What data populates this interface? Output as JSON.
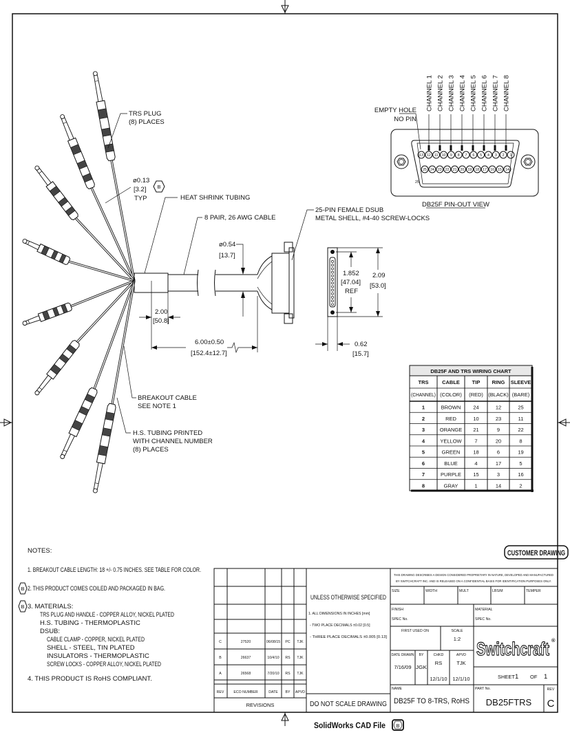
{
  "labels": {
    "trs_plug": [
      "TRS PLUG",
      "(8) PLACES"
    ],
    "wire_dia": [
      "ø0.13",
      "[3.2]",
      "TYP"
    ],
    "rev_marker": "B",
    "heat_shrink": "HEAT SHRINK TUBING",
    "cable": "8 PAIR, 26 AWG CABLE",
    "dsub": [
      "25-PIN FEMALE DSUB",
      "METAL SHELL, #4-40 SCREW-LOCKS"
    ],
    "breakout": [
      "BREAKOUT CABLE",
      "SEE NOTE 1"
    ],
    "hs_tubing": [
      "H.S. TUBING PRINTED",
      "WITH CHANNEL NUMBER",
      "(8) PLACES"
    ],
    "empty_hole": [
      "EMPTY HOLE",
      "NO PIN"
    ],
    "pinout_title": "DB25F PIN-OUT VIEW"
  },
  "dimensions": {
    "cable_dia": [
      "ø0.54",
      "[13.7]"
    ],
    "tubing_len": [
      "2.00",
      "[50.8]"
    ],
    "cable_len": [
      "6.00±0.50",
      "[152.4±12.7]"
    ],
    "pin_span": [
      "1.852",
      "[47.04]",
      "REF"
    ],
    "height": [
      "2.09",
      "[53.0]"
    ],
    "depth": [
      "0.62",
      "[15.7]"
    ]
  },
  "pinout": {
    "channels": [
      "CHANNEL 1",
      "CHANNEL 2",
      "CHANNEL 3",
      "CHANNEL 4",
      "CHANNEL 5",
      "CHANNEL 6",
      "CHANNEL 7",
      "CHANNEL 8"
    ],
    "top_row": [
      "13",
      "12",
      "11",
      "10",
      "9",
      "8",
      "7",
      "6",
      "5",
      "4",
      "3",
      "2",
      "1"
    ],
    "bottom_row": [
      "25",
      "24",
      "23",
      "22",
      "21",
      "20",
      "19",
      "18",
      "17",
      "16",
      "15",
      "14"
    ],
    "corner_label": "25"
  },
  "wiring_chart": {
    "title": "DB25F AND TRS WIRING CHART",
    "headers": [
      [
        "TRS",
        "(CHANNEL)"
      ],
      [
        "CABLE",
        "(COLOR)"
      ],
      [
        "TIP",
        "(RED)"
      ],
      [
        "RING",
        "(BLACK)"
      ],
      [
        "SLEEVE",
        "(BARE)"
      ]
    ],
    "rows": [
      [
        "1",
        "BROWN",
        "24",
        "12",
        "25"
      ],
      [
        "2",
        "RED",
        "10",
        "23",
        "11"
      ],
      [
        "3",
        "ORANGE",
        "21",
        "9",
        "22"
      ],
      [
        "4",
        "YELLOW",
        "7",
        "20",
        "8"
      ],
      [
        "5",
        "GREEN",
        "18",
        "6",
        "19"
      ],
      [
        "6",
        "BLUE",
        "4",
        "17",
        "5"
      ],
      [
        "7",
        "PURPLE",
        "15",
        "3",
        "16"
      ],
      [
        "8",
        "GRAY",
        "1",
        "14",
        "2"
      ]
    ]
  },
  "notes": {
    "heading": "NOTES:",
    "items": [
      "1.  BREAKOUT CABLE LENGTH: 18 +/- 0.75 INCHES.  SEE TABLE FOR COLOR.",
      "2.  THIS PRODUCT COMES COILED AND PACKAGED IN BAG.",
      "3.  MATERIALS:",
      "4.  THIS PRODUCT IS RoHS COMPLIANT."
    ],
    "materials": [
      "TRS PLUG AND HANDLE - COPPER ALLOY, NICKEL PLATED",
      "H.S. TUBING - THERMOPLASTIC",
      "DSUB:",
      "CABLE CLAMP - COPPER, NICKEL PLATED",
      "SHELL - STEEL, TIN PLATED",
      "INSULATORS - THERMOPLASTIC",
      "SCREW LOCKS - COPPER ALLOY, NICKEL PLATED"
    ],
    "rev_markers": [
      "B",
      "B"
    ]
  },
  "customer_drawing": "CUSTOMER DRAWING",
  "revisions": {
    "headers": [
      "REV",
      "ECO NUMBER",
      "DATE",
      "BY",
      "APVD"
    ],
    "title": "REVISIONS",
    "rows": [
      [
        "C",
        "27520",
        "06/08/15",
        "PC",
        "TJK"
      ],
      [
        "B",
        "26637",
        "10/4/10",
        "RS",
        "TJK"
      ],
      [
        "A",
        "26568",
        "7/20/10",
        "RS",
        "TJK"
      ]
    ]
  },
  "specs": {
    "heading": "UNLESS OTHERWISE SPECIFIED",
    "lines": [
      "1. ALL DIMENSIONS IN INCHES  [mm]",
      "- TWO PLACE DECIMALS    ±0.02  [0.5]",
      "- THREE PLACE DECIMALS  ±0.005  [0.13]"
    ],
    "do_not_scale": "DO NOT SCALE DRAWING"
  },
  "title_block": {
    "proprietary": [
      "THIS DRAWING DESCRIBES A DESIGN CONSIDERED PROPRIETARY IN NATURE, DEVELOPED AND MANUFACTURED",
      "BY SWITCHCRAFT INC. AND IS RELEASED ON A CONFIDENTIAL BASIS FOR IDENTIFICATION PURPOSES ONLY."
    ],
    "size_label": "SIZE",
    "width_label": "WIDTH",
    "mult_label": "MULT",
    "lbsm_label": "LBS/M",
    "temper_label": "TEMPER",
    "finish_label": "FINISH",
    "spec_no_label": "SPEC No.",
    "material_label": "MATERIAL",
    "material_spec_label": "SPEC No.",
    "first_used_label": "FIRST USED ON",
    "scale_label": "SCALE",
    "scale": "1:2",
    "date_drawn_label": "DATE DRAWN",
    "date_drawn": "7/16/09",
    "by_label": "BY",
    "by": "JGK",
    "chkd_label": "CHKD",
    "chkd": "RS",
    "chkd_date": "12/1/10",
    "apvd_label": "APVD",
    "apvd": "TJK",
    "apvd_date": "12/1/10",
    "logo": "Switchcraft",
    "logo_mark": "®",
    "sheet_label": "SHEET",
    "sheet": "1",
    "of_label": "OF",
    "of": "1",
    "name_label": "NAME",
    "name": "DB25F TO 8-TRS, RoHS",
    "part_label": "PART No.",
    "part": "DB25FTRS",
    "rev_label": "REV",
    "rev": "C"
  },
  "footer": {
    "cad_file": "SolidWorks CAD File",
    "rev_marker": "B"
  }
}
